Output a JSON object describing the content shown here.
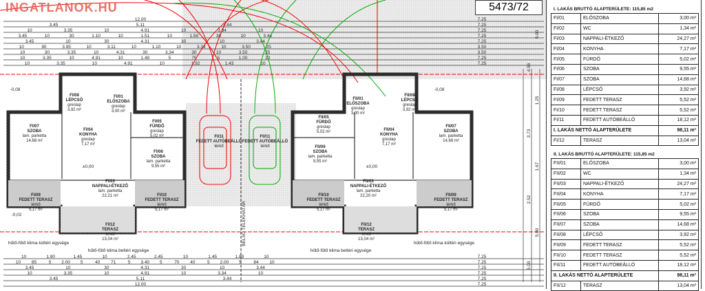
{
  "sheet_number": "5473/72",
  "watermark": "INGATLANOK.HU",
  "site_label": "BELSŐ TELEKHATÁR",
  "levels": {
    "floor": "±0,00",
    "neg1": "-0,02",
    "neg2": "-0,08"
  },
  "equipment": {
    "outdoor": "hűtő-fűtő klima kültéri egysége",
    "indoor": "hűtő-fűtő klima beltéri egysége"
  },
  "dims_top": [
    [
      "12.00",
      "7.25"
    ],
    [
      "3.45",
      "5.11",
      "3.44",
      "7.25"
    ],
    [
      "10",
      "3.35",
      "10",
      "4.91",
      "10",
      "3.34",
      "10",
      "7.25"
    ],
    [
      "3.45",
      "10",
      "30",
      "1.10",
      "10",
      "1.51",
      "10",
      "1.50",
      "30",
      "10",
      "3.44",
      "7.25"
    ],
    [
      "3.45",
      "10",
      "30",
      "4.31",
      "30",
      "10",
      "3.44",
      "7.25"
    ],
    [
      "10",
      "90",
      "3.95",
      "10",
      "3.11",
      "10",
      "1.10",
      "10",
      "3.34",
      "10",
      "3.50",
      "25",
      "3.50"
    ],
    [
      "10",
      "30",
      "3.35",
      "10",
      "4.31",
      "30",
      "3.34",
      "30",
      "10",
      "3.50",
      "25",
      "3.50"
    ],
    [
      "10",
      "3.35",
      "10",
      "4.91",
      "10",
      "1.49",
      "5",
      "75",
      "5",
      "1.00",
      "10",
      "7.25"
    ],
    [
      "10",
      "3.35",
      "10",
      "4.91",
      "10",
      "1.92",
      "1.43",
      "10",
      "7.25"
    ]
  ],
  "dims_bottom": [
    [
      "10",
      "1.90",
      "1.45",
      "10",
      "2.45",
      "2.45",
      "10",
      "1.45",
      "1.89",
      "10",
      "7.25"
    ],
    [
      "10",
      "85",
      "5",
      "2.00",
      "5",
      "40",
      "71",
      "5",
      "3.40",
      "5",
      "70",
      "40",
      "5",
      "2.00",
      "5",
      "84",
      "10",
      "7.25"
    ],
    [
      "3.45",
      "10",
      "30",
      "4.31",
      "30",
      "10",
      "3.44",
      "7.25"
    ],
    [
      "10",
      "3.35",
      "10",
      "4.91",
      "10",
      "3.34",
      "10",
      "7.25"
    ],
    [
      "3.45",
      "5.11",
      "3.44",
      "7.25"
    ],
    [
      "12.00",
      "7.25"
    ]
  ],
  "dims_right": [
    "5.00",
    "4.55",
    "1.25",
    "3.73",
    "1.67",
    "2.52",
    "5.00",
    "5.00"
  ],
  "rooms_left": [
    {
      "code": "FI/07",
      "name": "SZOBA",
      "floor": "lam. parketta",
      "area": "14,68 m²"
    },
    {
      "code": "FI/04",
      "name": "KONYHA",
      "floor": "greslap",
      "area": "7,17 m²"
    },
    {
      "code": "FI/06",
      "name": "SZOBA",
      "floor": "lam. parketta",
      "area": "9,55 m²"
    },
    {
      "code": "FI/03",
      "name": "NAPPALI-ÉTKEZŐ",
      "floor": "lam. parketta",
      "area": "22,21 m²"
    },
    {
      "code": "FI/09",
      "name": "FEDETT TERASZ",
      "floor": "térkő",
      "area": "5,17 m²"
    },
    {
      "code": "FI/10",
      "name": "FEDETT TERASZ",
      "floor": "térkő",
      "area": "5,17 m²"
    },
    {
      "code": "FI/08",
      "name": "LÉPCSŐ",
      "floor": "greslap",
      "area": "3,92 m²"
    },
    {
      "code": "FI/01",
      "name": "ELŐSZOBA",
      "floor": "greslap",
      "area": "3,00 m²"
    },
    {
      "code": "FI/05",
      "name": "FÜRDŐ",
      "floor": "greslap",
      "area": "5,02 m²"
    },
    {
      "code": "FI/11",
      "name": "FEDETT AUTÓBEÁLLÓ",
      "floor": "térkő",
      "area": ""
    },
    {
      "code": "FI/12",
      "name": "TERASZ",
      "floor": "térkő",
      "area": "13,04 m²"
    }
  ],
  "rooms_right": [
    {
      "code": "FII/07",
      "name": "SZOBA",
      "floor": "lam. parketta",
      "area": "14,68 m²"
    },
    {
      "code": "FII/04",
      "name": "KONYHA",
      "floor": "greslap",
      "area": "7,17 m²"
    },
    {
      "code": "FII/06",
      "name": "SZOBA",
      "floor": "lam. parketta",
      "area": "9,55 m²"
    },
    {
      "code": "FII/03",
      "name": "NAPPALI-ÉTKEZŐ",
      "floor": "lam. parketta",
      "area": "22,20 m²"
    },
    {
      "code": "FII/09",
      "name": "FEDETT TERASZ",
      "floor": "térkő",
      "area": "5,17 m²"
    },
    {
      "code": "FII/10",
      "name": "FEDETT TERASZ",
      "floor": "térkő",
      "area": "5,17 m²"
    },
    {
      "code": "FII/08",
      "name": "LÉPCSŐ",
      "floor": "greslap",
      "area": "3,92 m²"
    },
    {
      "code": "FII/01",
      "name": "ELŐSZOBA",
      "floor": "greslap",
      "area": "3,00 m²"
    },
    {
      "code": "FII/05",
      "name": "FÜRDŐ",
      "floor": "greslap",
      "area": "5,02 m²"
    },
    {
      "code": "FII/11",
      "name": "FEDETT AUTÓBEÁLLÓ",
      "floor": "térkő",
      "area": ""
    },
    {
      "code": "FII/12",
      "name": "TERASZ",
      "floor": "térkő",
      "area": "13,04 m²"
    }
  ],
  "table1": {
    "title": "I. LAKÁS BRUTTÓ ALAPTERÜLETE: 115,85 m2",
    "rows": [
      [
        "FI/01",
        "ELŐSZOBA",
        "3,00 m²"
      ],
      [
        "FI/02",
        "WC",
        "1,34 m²"
      ],
      [
        "FI/03",
        "NAPPALI-ÉTKEZŐ",
        "24,27 m²"
      ],
      [
        "FI/04",
        "KONYHA",
        "7,17 m²"
      ],
      [
        "FI/05",
        "FÜRDŐ",
        "5,02 m²"
      ],
      [
        "FI/06",
        "SZOBA",
        "9,55 m²"
      ],
      [
        "FI/07",
        "SZOBA",
        "14,68 m²"
      ],
      [
        "FI/08",
        "LÉPCSŐ",
        "3,92 m²"
      ],
      [
        "FI/09",
        "FEDETT TERASZ",
        "5,52 m²"
      ],
      [
        "FI/10",
        "FEDETT TERASZ",
        "5,52 m²"
      ],
      [
        "FI/11",
        "FEDETT AUTÓBEÁLLÓ",
        "18,12 m²"
      ]
    ],
    "net_label": "I. LAKÁS NETTÓ ALAPTERÜLETE",
    "net_value": "98,11 m²",
    "extra": [
      "FI/12",
      "TERASZ",
      "13,04 m²"
    ]
  },
  "table2": {
    "title": "II. LAKÁS BRUTTÓ ALAPTERÜLETE: 115,85 m2",
    "rows": [
      [
        "FII/01",
        "ELŐSZOBA",
        "3,00 m²"
      ],
      [
        "FII/02",
        "WC",
        "1,34 m²"
      ],
      [
        "FII/03",
        "NAPPALI-ÉTKEZŐ",
        "24,27 m²"
      ],
      [
        "FII/04",
        "KONYHA",
        "7,17 m²"
      ],
      [
        "FII/05",
        "FÜRDŐ",
        "5,02 m²"
      ],
      [
        "FII/06",
        "SZOBA",
        "9,55 m²"
      ],
      [
        "FII/07",
        "SZOBA",
        "14,68 m²"
      ],
      [
        "FII/08",
        "LÉPCSŐ",
        "3,92 m²"
      ],
      [
        "FII/09",
        "FEDETT TERASZ",
        "5,52 m²"
      ],
      [
        "FII/10",
        "FEDETT TERASZ",
        "5,52 m²"
      ],
      [
        "FII/11",
        "FEDETT AUTÓBEÁLLÓ",
        "18,12 m²"
      ]
    ],
    "net_label": "II. LAKÁS NETTÓ ALAPTERÜLETE",
    "net_value": "98,11 m²",
    "extra": [
      "FII/12",
      "TERASZ",
      "13,04 m²"
    ]
  }
}
